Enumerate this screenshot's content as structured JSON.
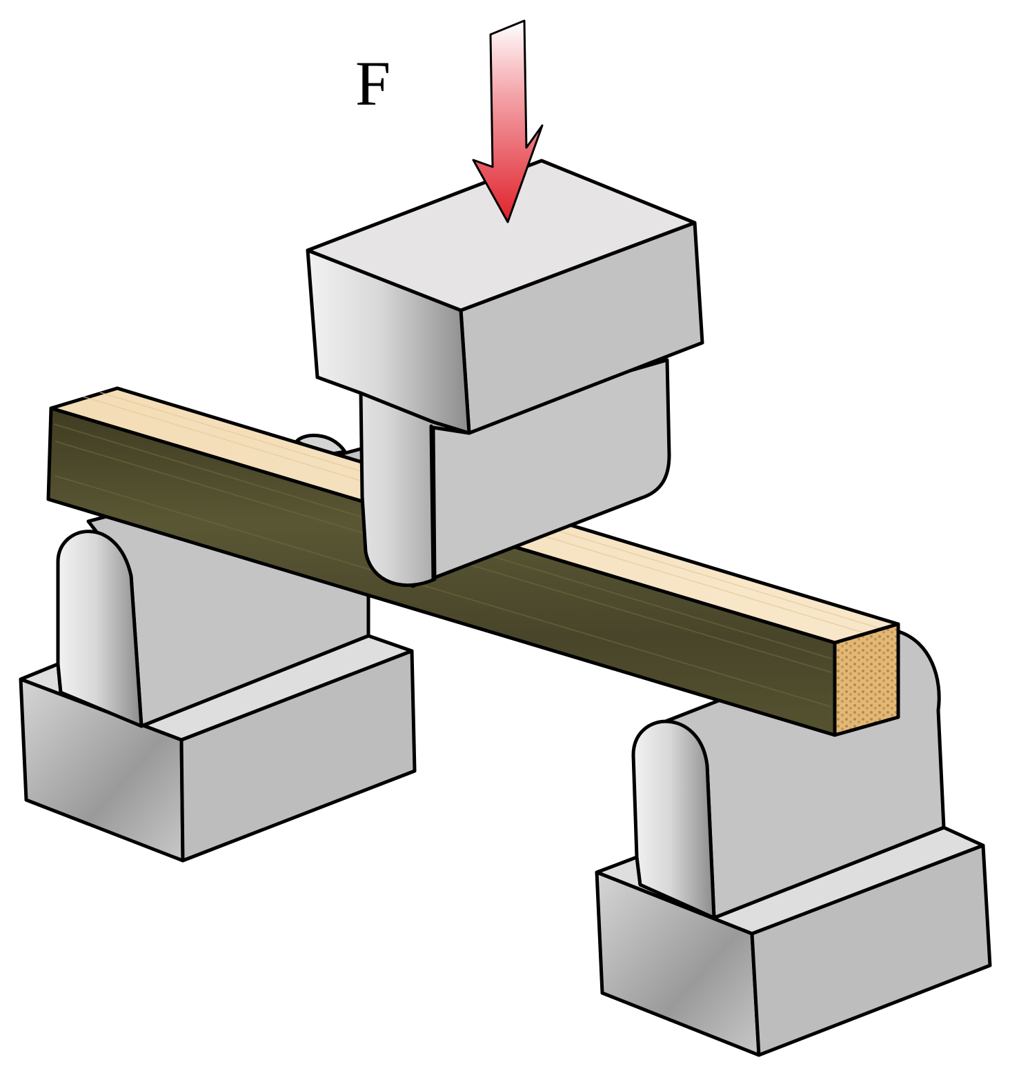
{
  "diagram": {
    "force_label": "F",
    "colors": {
      "arrow": "#e0202a",
      "metal_top": "#e6e4e5",
      "metal_face": "#bebebe",
      "beam_side": "#4d4a2c",
      "beam_top": "#efd7ae",
      "beam_end": "#d9ac6c",
      "outline": "#000000"
    },
    "icons": [
      "force-arrow",
      "loading-nose",
      "support-left",
      "support-right",
      "wooden-beam"
    ]
  }
}
